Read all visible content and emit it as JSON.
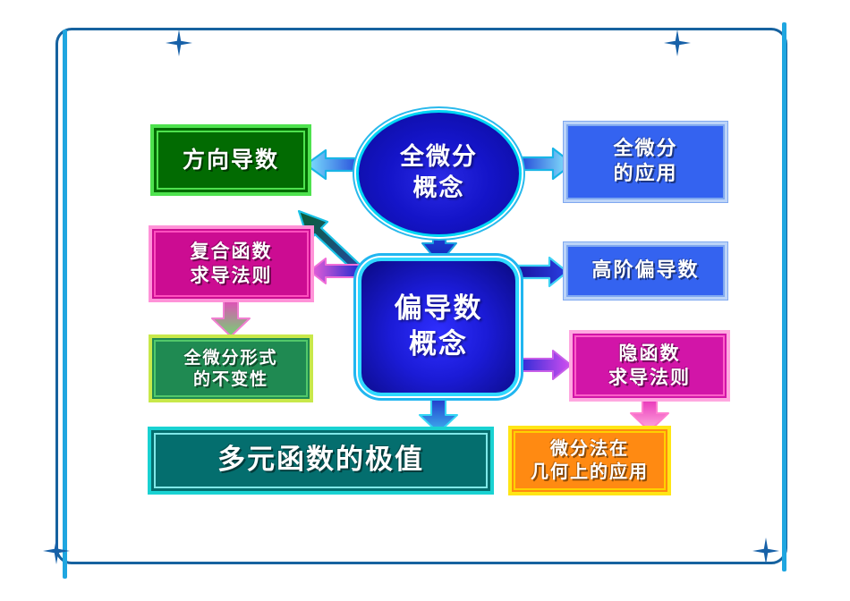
{
  "diagram": {
    "title_visible": false,
    "colors": {
      "frame_dark_blue": "#16629f",
      "frame_light_blue": "#1fa6e0",
      "node_green": "#026b02",
      "node_blue_ellipse": "#1414c8",
      "node_royal_blue": "#3463f0",
      "node_magenta": "#cc0c92",
      "node_teal": "#046e6e",
      "node_orange": "#ff8a12",
      "node_sea_green": "#1f8a52",
      "node_pink": "#d215a8",
      "arrow_cyan": "#29cdf5",
      "arrow_blue": "#1a2fd0",
      "arrow_pink": "#e84fd0",
      "arrow_green": "#0f6b3c"
    },
    "nodes": {
      "direction_derivative": {
        "lines": [
          "方向导数"
        ]
      },
      "total_differential_concept": {
        "lines": [
          "全微分",
          "概念"
        ]
      },
      "total_differential_application": {
        "lines": [
          "全微分",
          "的应用"
        ]
      },
      "composite_function_rule": {
        "lines": [
          "复合函数",
          "求导法则"
        ]
      },
      "partial_derivative_concept": {
        "lines": [
          "偏导数",
          "概念"
        ]
      },
      "higher_order_partial": {
        "lines": [
          "高阶偏导数"
        ]
      },
      "invariance_of_form": {
        "lines": [
          "全微分形式",
          "的不变性"
        ]
      },
      "implicit_function_rule": {
        "lines": [
          "隐函数",
          "求导法则"
        ]
      },
      "extremum_multivariable": {
        "lines": [
          "多元函数的极值"
        ]
      },
      "geometry_application": {
        "lines": [
          "微分法在",
          "几何上的应用"
        ]
      }
    },
    "arrows": [
      {
        "name": "total-diff-to-direction",
        "from": "total_differential_concept",
        "to": "direction_derivative",
        "direction": "left",
        "color": "#29cdf5"
      },
      {
        "name": "total-diff-to-application",
        "from": "total_differential_concept",
        "to": "total_differential_application",
        "direction": "right",
        "color": "#29cdf5"
      },
      {
        "name": "total-diff-to-partial",
        "from": "total_differential_concept",
        "to": "partial_derivative_concept",
        "direction": "down",
        "color": "#1a2fd0"
      },
      {
        "name": "partial-to-direction",
        "from": "partial_derivative_concept",
        "to": "direction_derivative",
        "direction": "up-left",
        "color": "#0f6b3c"
      },
      {
        "name": "partial-to-composite",
        "from": "partial_derivative_concept",
        "to": "composite_function_rule",
        "direction": "left",
        "color": "#e84fd0"
      },
      {
        "name": "partial-to-higher-order",
        "from": "partial_derivative_concept",
        "to": "higher_order_partial",
        "direction": "right",
        "color": "#1a2fd0"
      },
      {
        "name": "partial-to-implicit",
        "from": "partial_derivative_concept",
        "to": "implicit_function_rule",
        "direction": "right",
        "color": "#a040d8"
      },
      {
        "name": "partial-to-extremum",
        "from": "partial_derivative_concept",
        "to": "extremum_multivariable",
        "direction": "down",
        "color": "#29cdf5"
      },
      {
        "name": "composite-to-invariance",
        "from": "composite_function_rule",
        "to": "invariance_of_form",
        "direction": "down",
        "color": "#e060b8"
      },
      {
        "name": "implicit-to-geometry",
        "from": "implicit_function_rule",
        "to": "geometry_application",
        "direction": "down",
        "color": "#ff6fc0"
      }
    ],
    "decorations": {
      "sparkles": 4
    }
  }
}
